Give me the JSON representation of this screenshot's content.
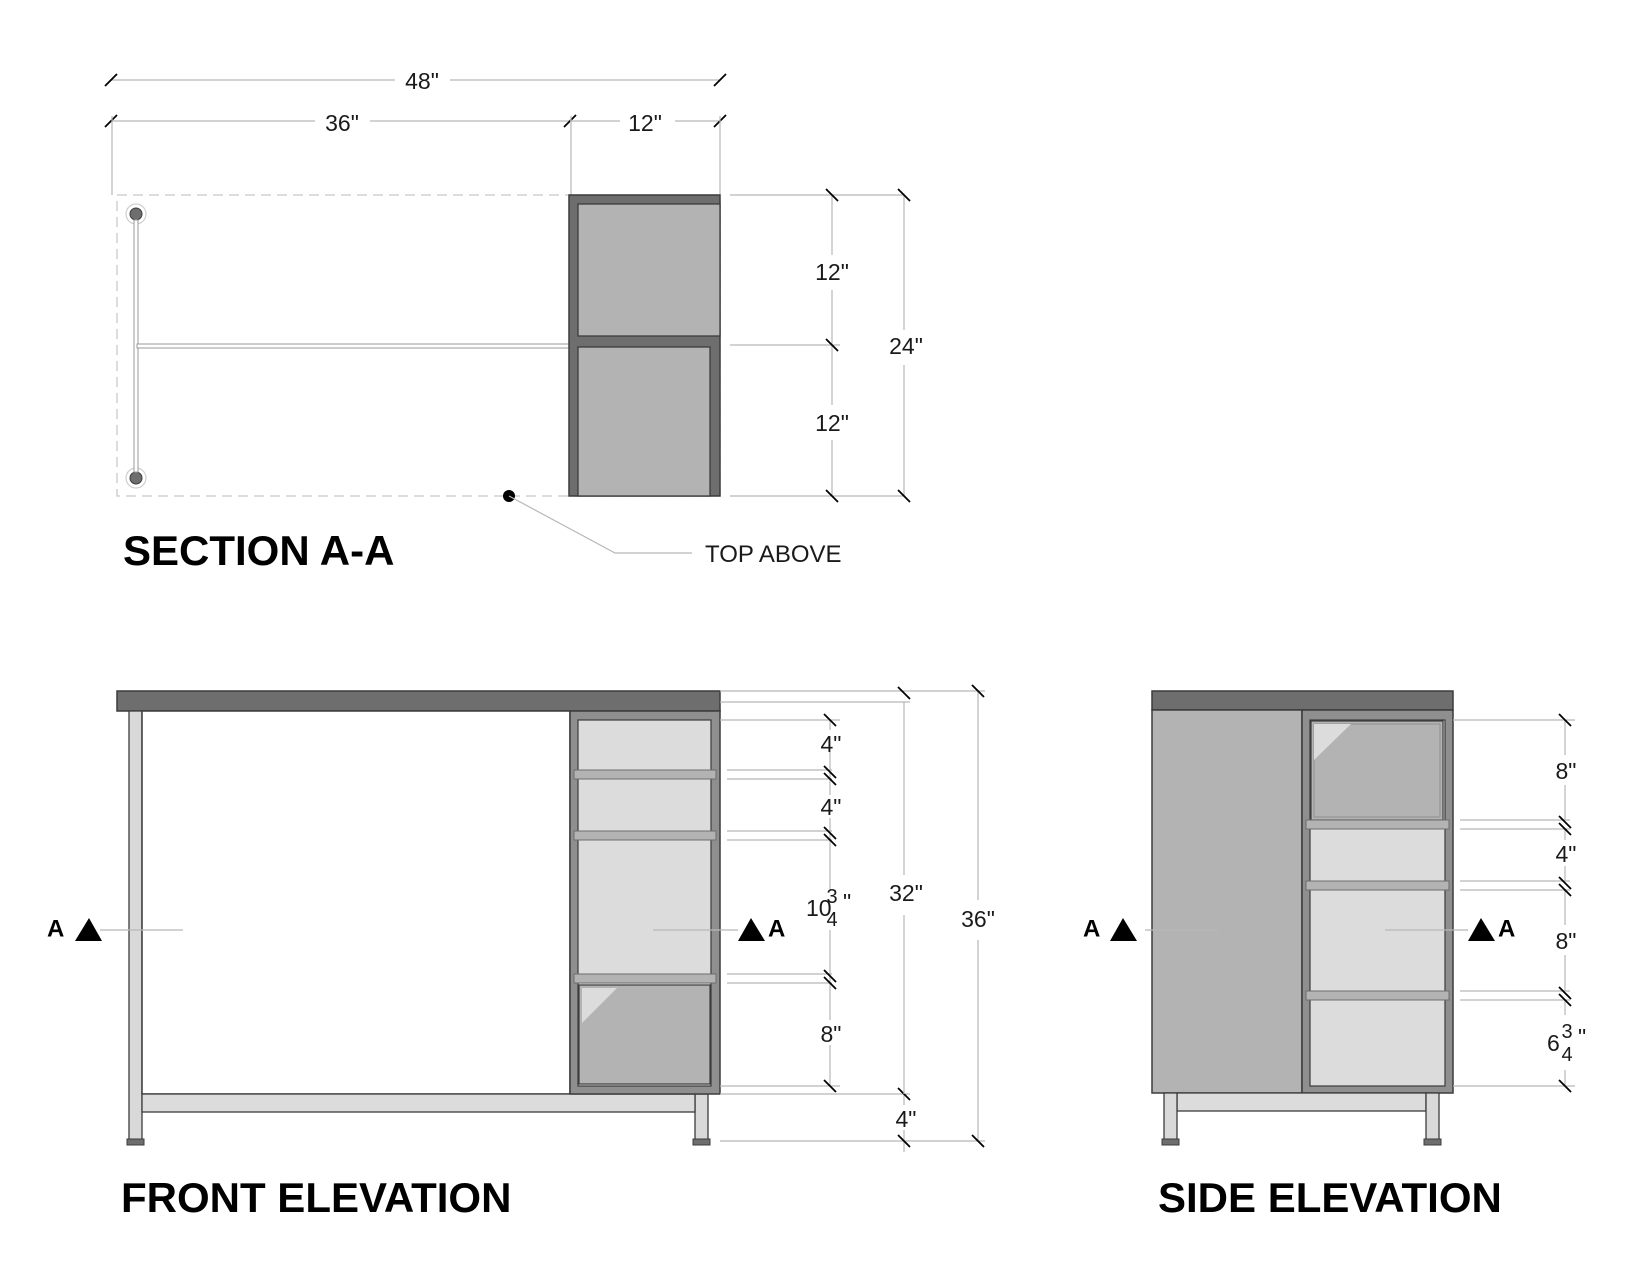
{
  "views": {
    "section": {
      "title": "SECTION A-A",
      "note": "TOP ABOVE",
      "dims": {
        "overall_width": "48\"",
        "left_width": "36\"",
        "right_width": "12\"",
        "upper_depth": "12\"",
        "lower_depth": "12\"",
        "total_depth": "24\""
      }
    },
    "front": {
      "title": "FRONT ELEVATION",
      "cut_mark": "A",
      "dims": {
        "shelf1": "4\"",
        "shelf2": "4\"",
        "shelf3_whole": "10",
        "shelf3_num": "3",
        "shelf3_den": "4",
        "inch": "\"",
        "shelf4": "8\"",
        "base": "4\"",
        "cabinet_height": "32\"",
        "total_height": "36\""
      }
    },
    "side": {
      "title": "SIDE ELEVATION",
      "cut_mark": "A",
      "dims": {
        "drawer": "8\"",
        "shelf1": "4\"",
        "shelf2": "8\"",
        "shelf3_whole": "6",
        "shelf3_num": "3",
        "shelf3_den": "4",
        "inch": "\""
      }
    }
  },
  "colors": {
    "countertop": "#6e6e6e",
    "cabinet_frame": "#8f8f8f",
    "panel_dark": "#b3b3b3",
    "panel_light": "#dcdcdc",
    "leg": "#d9d9d9"
  }
}
